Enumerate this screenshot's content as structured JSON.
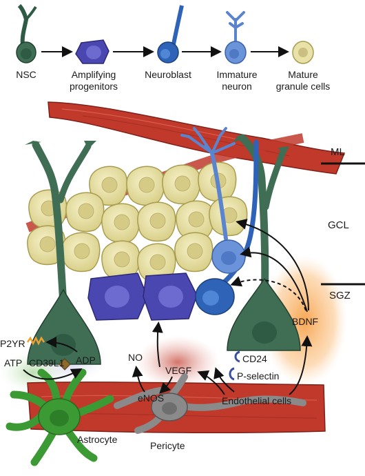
{
  "stages": [
    {
      "line1": "NSC",
      "line2": ""
    },
    {
      "line1": "Amplifying",
      "line2": "progenitors"
    },
    {
      "line1": "Neuroblast",
      "line2": ""
    },
    {
      "line1": "Immature",
      "line2": "neuron"
    },
    {
      "line1": "Mature",
      "line2": "granule cells"
    }
  ],
  "zones": {
    "ml": "ML",
    "gcl": "GCL",
    "sgz": "SGZ"
  },
  "labels": {
    "bdnf": "BDNF",
    "cd24": "CD24",
    "pselectin": "P-selectin",
    "endothelial": "Endothelial cells",
    "vegf": "VEGF",
    "no": "NO",
    "enos": "eNOS",
    "p2yr": "P2YR",
    "atp": "ATP",
    "cd39l1": "CD39L1",
    "adp": "ADP",
    "astrocyte": "Astrocyte",
    "pericyte": "Pericyte"
  },
  "colors": {
    "nsc": "#3f6e55",
    "progenitor": "#4b47b0",
    "neuroblast": "#2e63b8",
    "immature": "#6a93da",
    "granule": "#e9e2a8",
    "vessel": "#c0392b",
    "astrocyte": "#3c9a34",
    "pericyte": "#8a8a8a",
    "bdnf_glow": "#f7a24a"
  }
}
